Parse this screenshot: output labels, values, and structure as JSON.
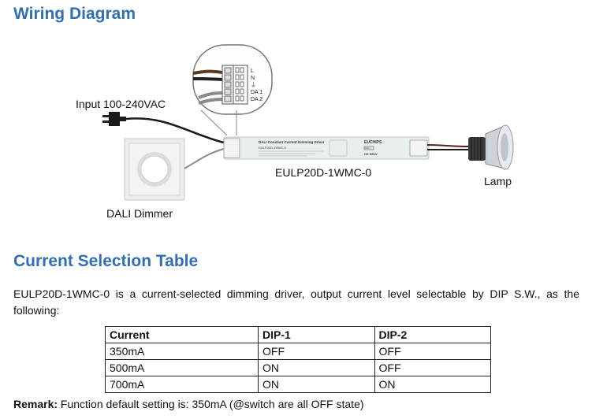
{
  "headings": {
    "wiring": "Wiring Diagram",
    "current": "Current Selection Table"
  },
  "diagram": {
    "input_label": "Input 100-240VAC",
    "driver_label": "EULP20D-1WMC-0",
    "dimmer_label": "DALI Dimmer",
    "lamp_label": "Lamp",
    "terminals": [
      "L",
      "N",
      "⏚",
      "DA 1",
      "DA 2"
    ],
    "driver_title": "DALI Constant Current Dimming Driver",
    "driver_model": "EULP20D-1WMC-0",
    "driver_brand": "EUCHIPS",
    "driver_marks": "CE SELV",
    "driver_badge": "DALI"
  },
  "description": "EULP20D-1WMC-0 is a current-selected dimming driver, output current level selectable by DIP S.W., as the following:",
  "table": {
    "headers": [
      "Current",
      "DIP-1",
      "DIP-2"
    ],
    "rows": [
      [
        "350mA",
        "OFF",
        "OFF"
      ],
      [
        "500mA",
        "ON",
        "OFF"
      ],
      [
        "700mA",
        "ON",
        "ON"
      ]
    ]
  },
  "remark": {
    "label": "Remark:",
    "text": "Function default setting is: 350mA (@switch are all OFF state)"
  },
  "colors": {
    "heading": "#2f6fb5",
    "wire_live": "#5a3a1e",
    "wire_neutral": "#222222",
    "wire_grey": "#8a8a8a",
    "driver_body": "#e9f0ec"
  }
}
